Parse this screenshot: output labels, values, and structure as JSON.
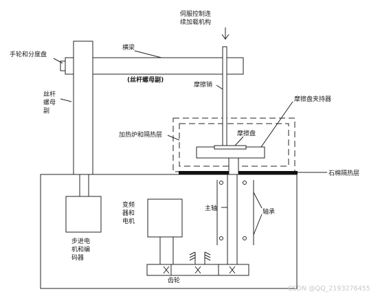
{
  "labels": {
    "servo_1": "伺服控制连",
    "servo_2": "续加载机构",
    "handwheel": "手轮和分度盘",
    "crossbeam": "横梁",
    "screw_nut_pair": "(丝杆螺母副)",
    "screw_nut_left_1": "丝杆",
    "screw_nut_left_2": "螺母",
    "screw_nut_left_3": "副",
    "friction_pin": "摩擦销",
    "disc_holder": "摩擦盘夹持器",
    "friction_disc": "摩擦盘",
    "heater": "加热炉和隔热层",
    "asbestos": "石棉隔热层",
    "vfd_1": "变频",
    "vfd_2": "器和",
    "vfd_3": "电机",
    "main_shaft": "主轴",
    "bearing": "轴承",
    "stepper_1": "步进电",
    "stepper_2": "机和编",
    "stepper_3": "码器",
    "gear": "齿轮",
    "watermark": "CSDN @QQ_2193276455"
  }
}
